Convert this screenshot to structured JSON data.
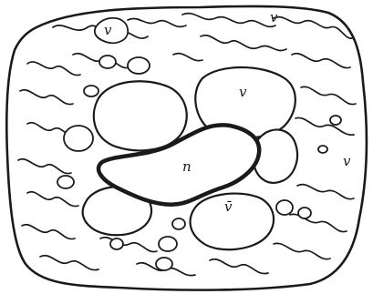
{
  "labels": {
    "vacuole_top_left": "v",
    "vacuole_top_right": "v",
    "vacuole_center_right": "v",
    "vacuole_right_edge": "v",
    "nucleus": "n",
    "vacuole_bottom": "v̄"
  }
}
